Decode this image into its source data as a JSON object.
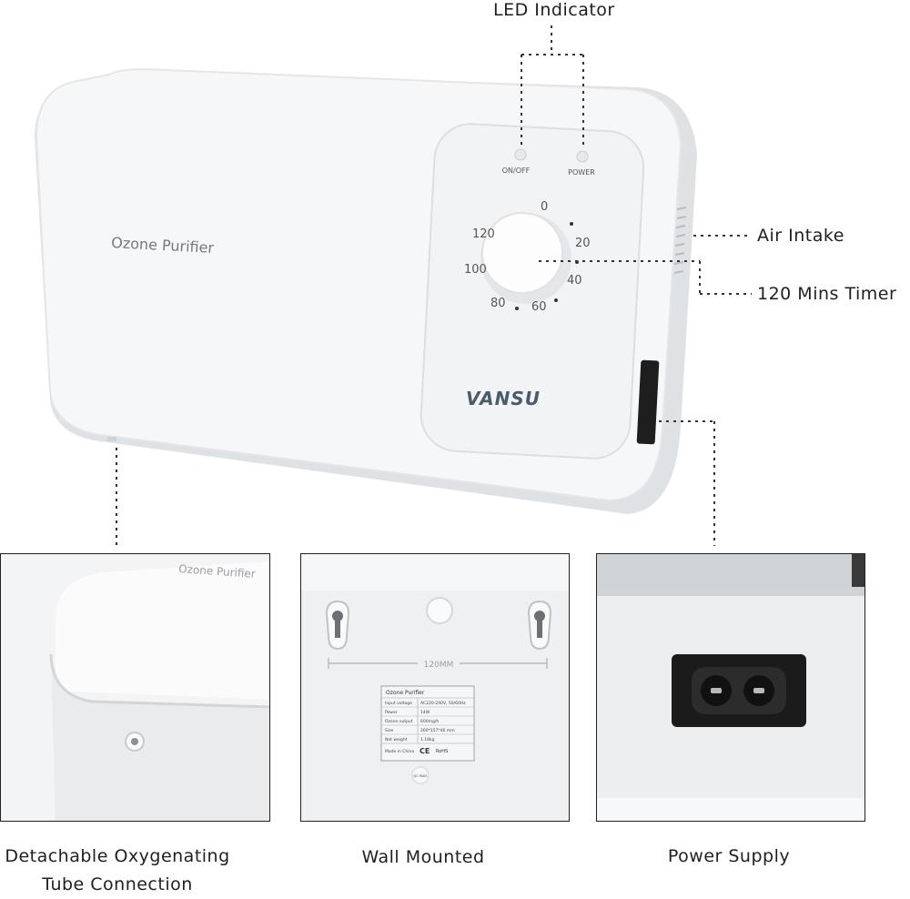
{
  "callouts": {
    "led_indicator": "LED Indicator",
    "air_intake": "Air Intake",
    "timer": "120 Mins Timer"
  },
  "device": {
    "product_label": "Ozone Purifier",
    "brand": "VANSU",
    "led_left_label": "ON/OFF",
    "led_right_label": "POWER",
    "dial_marks": [
      "0",
      "20",
      "40",
      "60",
      "80",
      "100",
      "120"
    ]
  },
  "panels": {
    "side_detail_label": "Ozone Purifier",
    "mount_spacing": "120MM",
    "spec_title": "Ozone Purifier",
    "spec_rows": [
      {
        "key": "Input voltage",
        "value": "AC220-240V, 50/60Hz"
      },
      {
        "key": "Power",
        "value": "14W"
      },
      {
        "key": "Ozone output",
        "value": "600mg/h"
      },
      {
        "key": "Size",
        "value": "260*157*46 mm"
      },
      {
        "key": "Net weight",
        "value": "1.18kg"
      }
    ],
    "spec_footer": "Made in China",
    "qc_label": "QC PASS"
  },
  "captions": {
    "tube_line1": "Detachable Oxygenating",
    "tube_line2": "Tube Connection",
    "wall": "Wall Mounted",
    "power": "Power Supply"
  },
  "colors": {
    "body_white": "#f7f8f9",
    "shadow_grey": "#d9dcdf",
    "socket_black": "#1b1b1b",
    "dotted_line": "#333333"
  }
}
